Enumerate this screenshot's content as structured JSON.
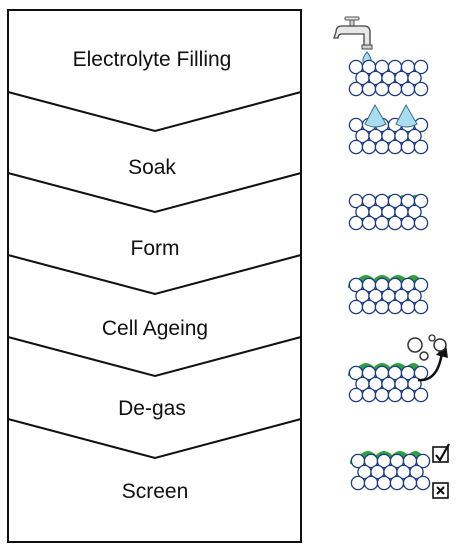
{
  "steps": [
    {
      "label": "Electrolyte Filling",
      "icon": "faucet-droplet-particles-icon"
    },
    {
      "label": "Soak",
      "icon": "droplets-on-particles-icon"
    },
    {
      "label": "Form",
      "icon": "thin-sei-layer-particles-icon"
    },
    {
      "label": "Cell Ageing",
      "icon": "thick-sei-layer-particles-icon"
    },
    {
      "label": "De-gas",
      "icon": "gas-bubbles-release-icon"
    },
    {
      "label": "Screen",
      "icon": "pass-fail-check-icon"
    }
  ],
  "colors": {
    "outline": "#111111",
    "particle": "#1f3a7a",
    "electrolyte": "#a8dcef",
    "sei": "#2ea043"
  }
}
